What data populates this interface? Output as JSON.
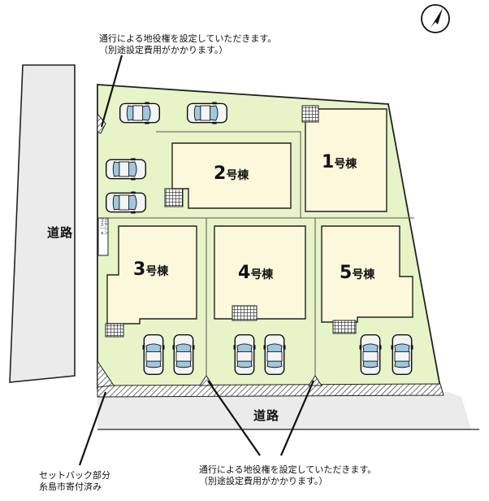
{
  "notes": {
    "top_line1": "通行による地役権を設定していただきます。",
    "top_line2": "（別途設定費用がかかります。）",
    "bottom_line1": "通行による地役権を設定していただきます。",
    "bottom_line2": "（別途設定費用がかかります。）",
    "setback_line1": "セットバック部分",
    "setback_line2": "糸島市寄付済み"
  },
  "roads": {
    "west": "道路",
    "south": "道路"
  },
  "houses": [
    {
      "num": "1",
      "suffix": "号棟"
    },
    {
      "num": "2",
      "suffix": "号棟"
    },
    {
      "num": "3",
      "suffix": "号棟"
    },
    {
      "num": "4",
      "suffix": "号棟"
    },
    {
      "num": "5",
      "suffix": "号棟"
    }
  ],
  "gomi_station": "ゴミステーション",
  "colors": {
    "lot": "#e7f4c8",
    "house": "#fbf8dc",
    "road": "#ebebeb",
    "line": "#222222"
  },
  "icons": {
    "compass": "north-arrow-icon",
    "car": "car-icon",
    "grid": "entrance-grid-icon"
  }
}
